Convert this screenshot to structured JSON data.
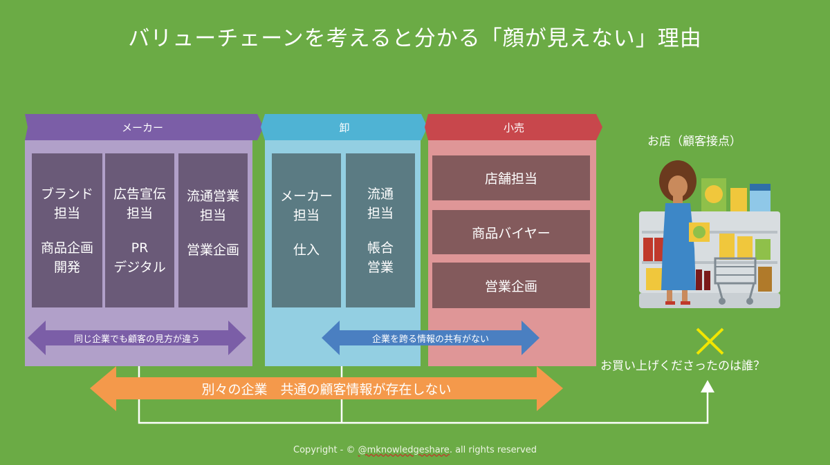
{
  "title": "バリューチェーンを考えると分かる「顔が見えない」理由",
  "columns": {
    "maker": {
      "label": "メーカー",
      "boxes": [
        {
          "line1": "ブランド",
          "line2": "担当",
          "line3": "商品企画",
          "line4": "開発"
        },
        {
          "line1": "広告宣伝",
          "line2": "担当",
          "line3": "PR",
          "line4": "デジタル"
        },
        {
          "line1": "流通営業",
          "line2": "担当",
          "line3": "営業企画",
          "line4": ""
        }
      ],
      "arrow_label": "同じ企業でも顧客の見方が違う"
    },
    "wholesale": {
      "label": "卸",
      "boxes": [
        {
          "line1": "メーカー",
          "line2": "担当",
          "line3": "仕入",
          "line4": ""
        },
        {
          "line1": "流通",
          "line2": "担当",
          "line3": "帳合",
          "line4": "営業"
        }
      ],
      "arrow_label": "企業を跨る情報の共有がない"
    },
    "retail": {
      "label": "小売",
      "boxes": [
        "店舗担当",
        "商品バイヤー",
        "営業企画"
      ]
    }
  },
  "bottom_arrow_label": "別々の企業　共通の顧客情報が存在しない",
  "store": {
    "label": "お店（顧客接点）",
    "mark": "✕",
    "question": "お買い上げくださったのは誰？"
  },
  "copyright": {
    "prefix": "Copyright - © ",
    "account": "@mknowledgeshare",
    "suffix": ". all rights reserved"
  },
  "colors": {
    "background": "#6bab45",
    "maker_header": "#7b5ea7",
    "maker_panel": "#b1a0c9",
    "maker_box": "#6a5a78",
    "wholesale_header": "#4fb3d4",
    "wholesale_panel": "#93cfe2",
    "wholesale_box": "#5b7b83",
    "retail_header": "#c8474c",
    "retail_panel": "#df9697",
    "retail_box": "#835a5c",
    "purple_arrow": "#7b5ea7",
    "blue_arrow": "#4a7fc1",
    "orange_arrow": "#f4994b",
    "cross": "#f2e600"
  }
}
